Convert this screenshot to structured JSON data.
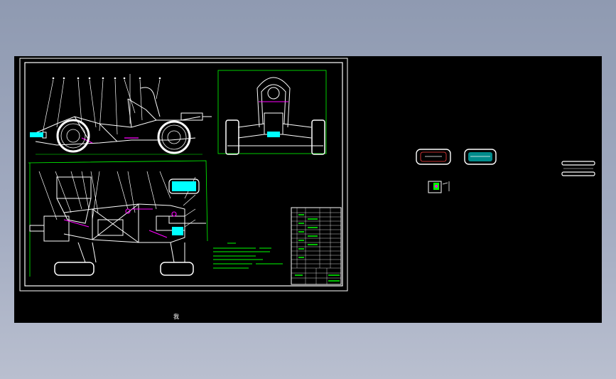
{
  "drawing": {
    "background_color": "#000000",
    "frame_color": "#ffffff",
    "accent_green": "#00ff00",
    "accent_cyan": "#00ffff",
    "accent_magenta": "#ff00ff",
    "bottom_text": "我"
  },
  "views": [
    {
      "name": "side-view"
    },
    {
      "name": "front-view"
    },
    {
      "name": "top-view"
    },
    {
      "name": "detail-view-1"
    },
    {
      "name": "detail-view-2"
    },
    {
      "name": "detail-view-3"
    },
    {
      "name": "detail-view-4"
    },
    {
      "name": "parts-list-table"
    }
  ]
}
